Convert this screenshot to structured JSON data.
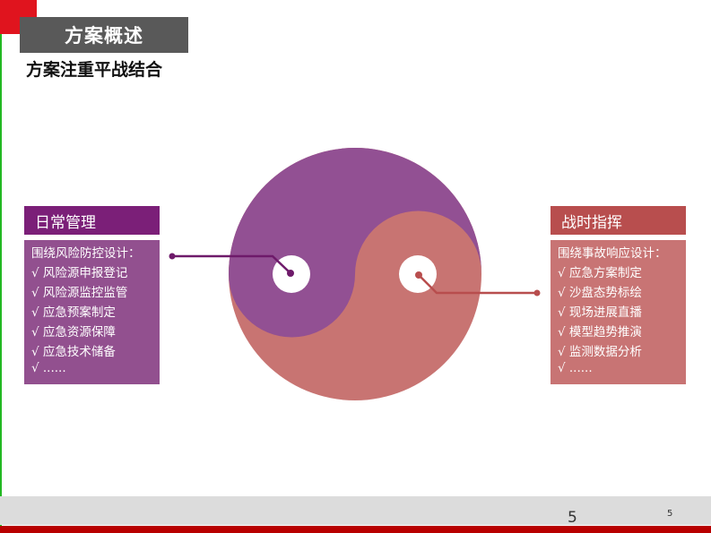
{
  "header": {
    "title": "方案概述",
    "subtitle": "方案注重平战结合"
  },
  "left_panel": {
    "title": "日常管理",
    "intro": "围绕风险防控设计：",
    "items": [
      "√ 风险源申报登记",
      "√ 风险源监控监管",
      "√ 应急预案制定",
      "√ 应急资源保障",
      "√ 应急技术储备",
      "√ ......"
    ]
  },
  "right_panel": {
    "title": "战时指挥",
    "intro": "围绕事故响应设计：",
    "items": [
      "√ 应急方案制定",
      "√ 沙盘态势标绘",
      "√ 现场进展直播",
      "√ 模型趋势推演",
      "√ 监测数据分析",
      "√ ......"
    ]
  },
  "colors": {
    "purple": "#925093",
    "salmon": "#c87472",
    "left_head": "#7b1f78",
    "right_head": "#b84e4e",
    "accent_red": "#e0141e"
  },
  "footer": {
    "page_number": "5",
    "page_number_small": "5"
  }
}
